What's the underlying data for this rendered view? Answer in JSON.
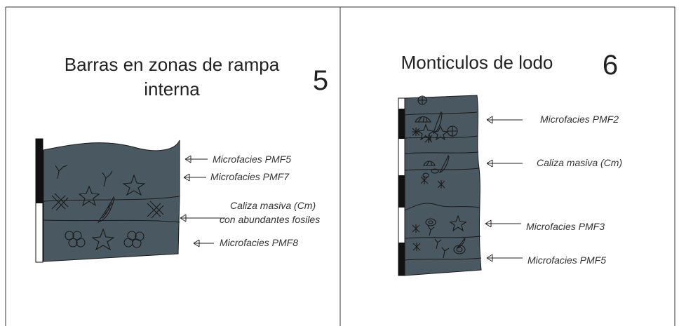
{
  "panels": [
    {
      "title_lines": [
        "Barras en zonas de rampa",
        "interna"
      ],
      "number": "5",
      "labels": [
        "Microfacies PMF5",
        "Microfacies PMF7",
        "Caliza masiva (Cm)",
        "con abundantes fosiles",
        "Microfacies PMF8"
      ]
    },
    {
      "title_lines": [
        "Monticulos de lodo"
      ],
      "number": "6",
      "labels": [
        "Microfacies PMF2",
        "Caliza masiva (Cm)",
        "Microfacies PMF3",
        "Microfacies PMF5"
      ]
    }
  ],
  "colors": {
    "rock_fill": "#4a5862",
    "scale_black": "#111111",
    "frame": "#333333"
  }
}
